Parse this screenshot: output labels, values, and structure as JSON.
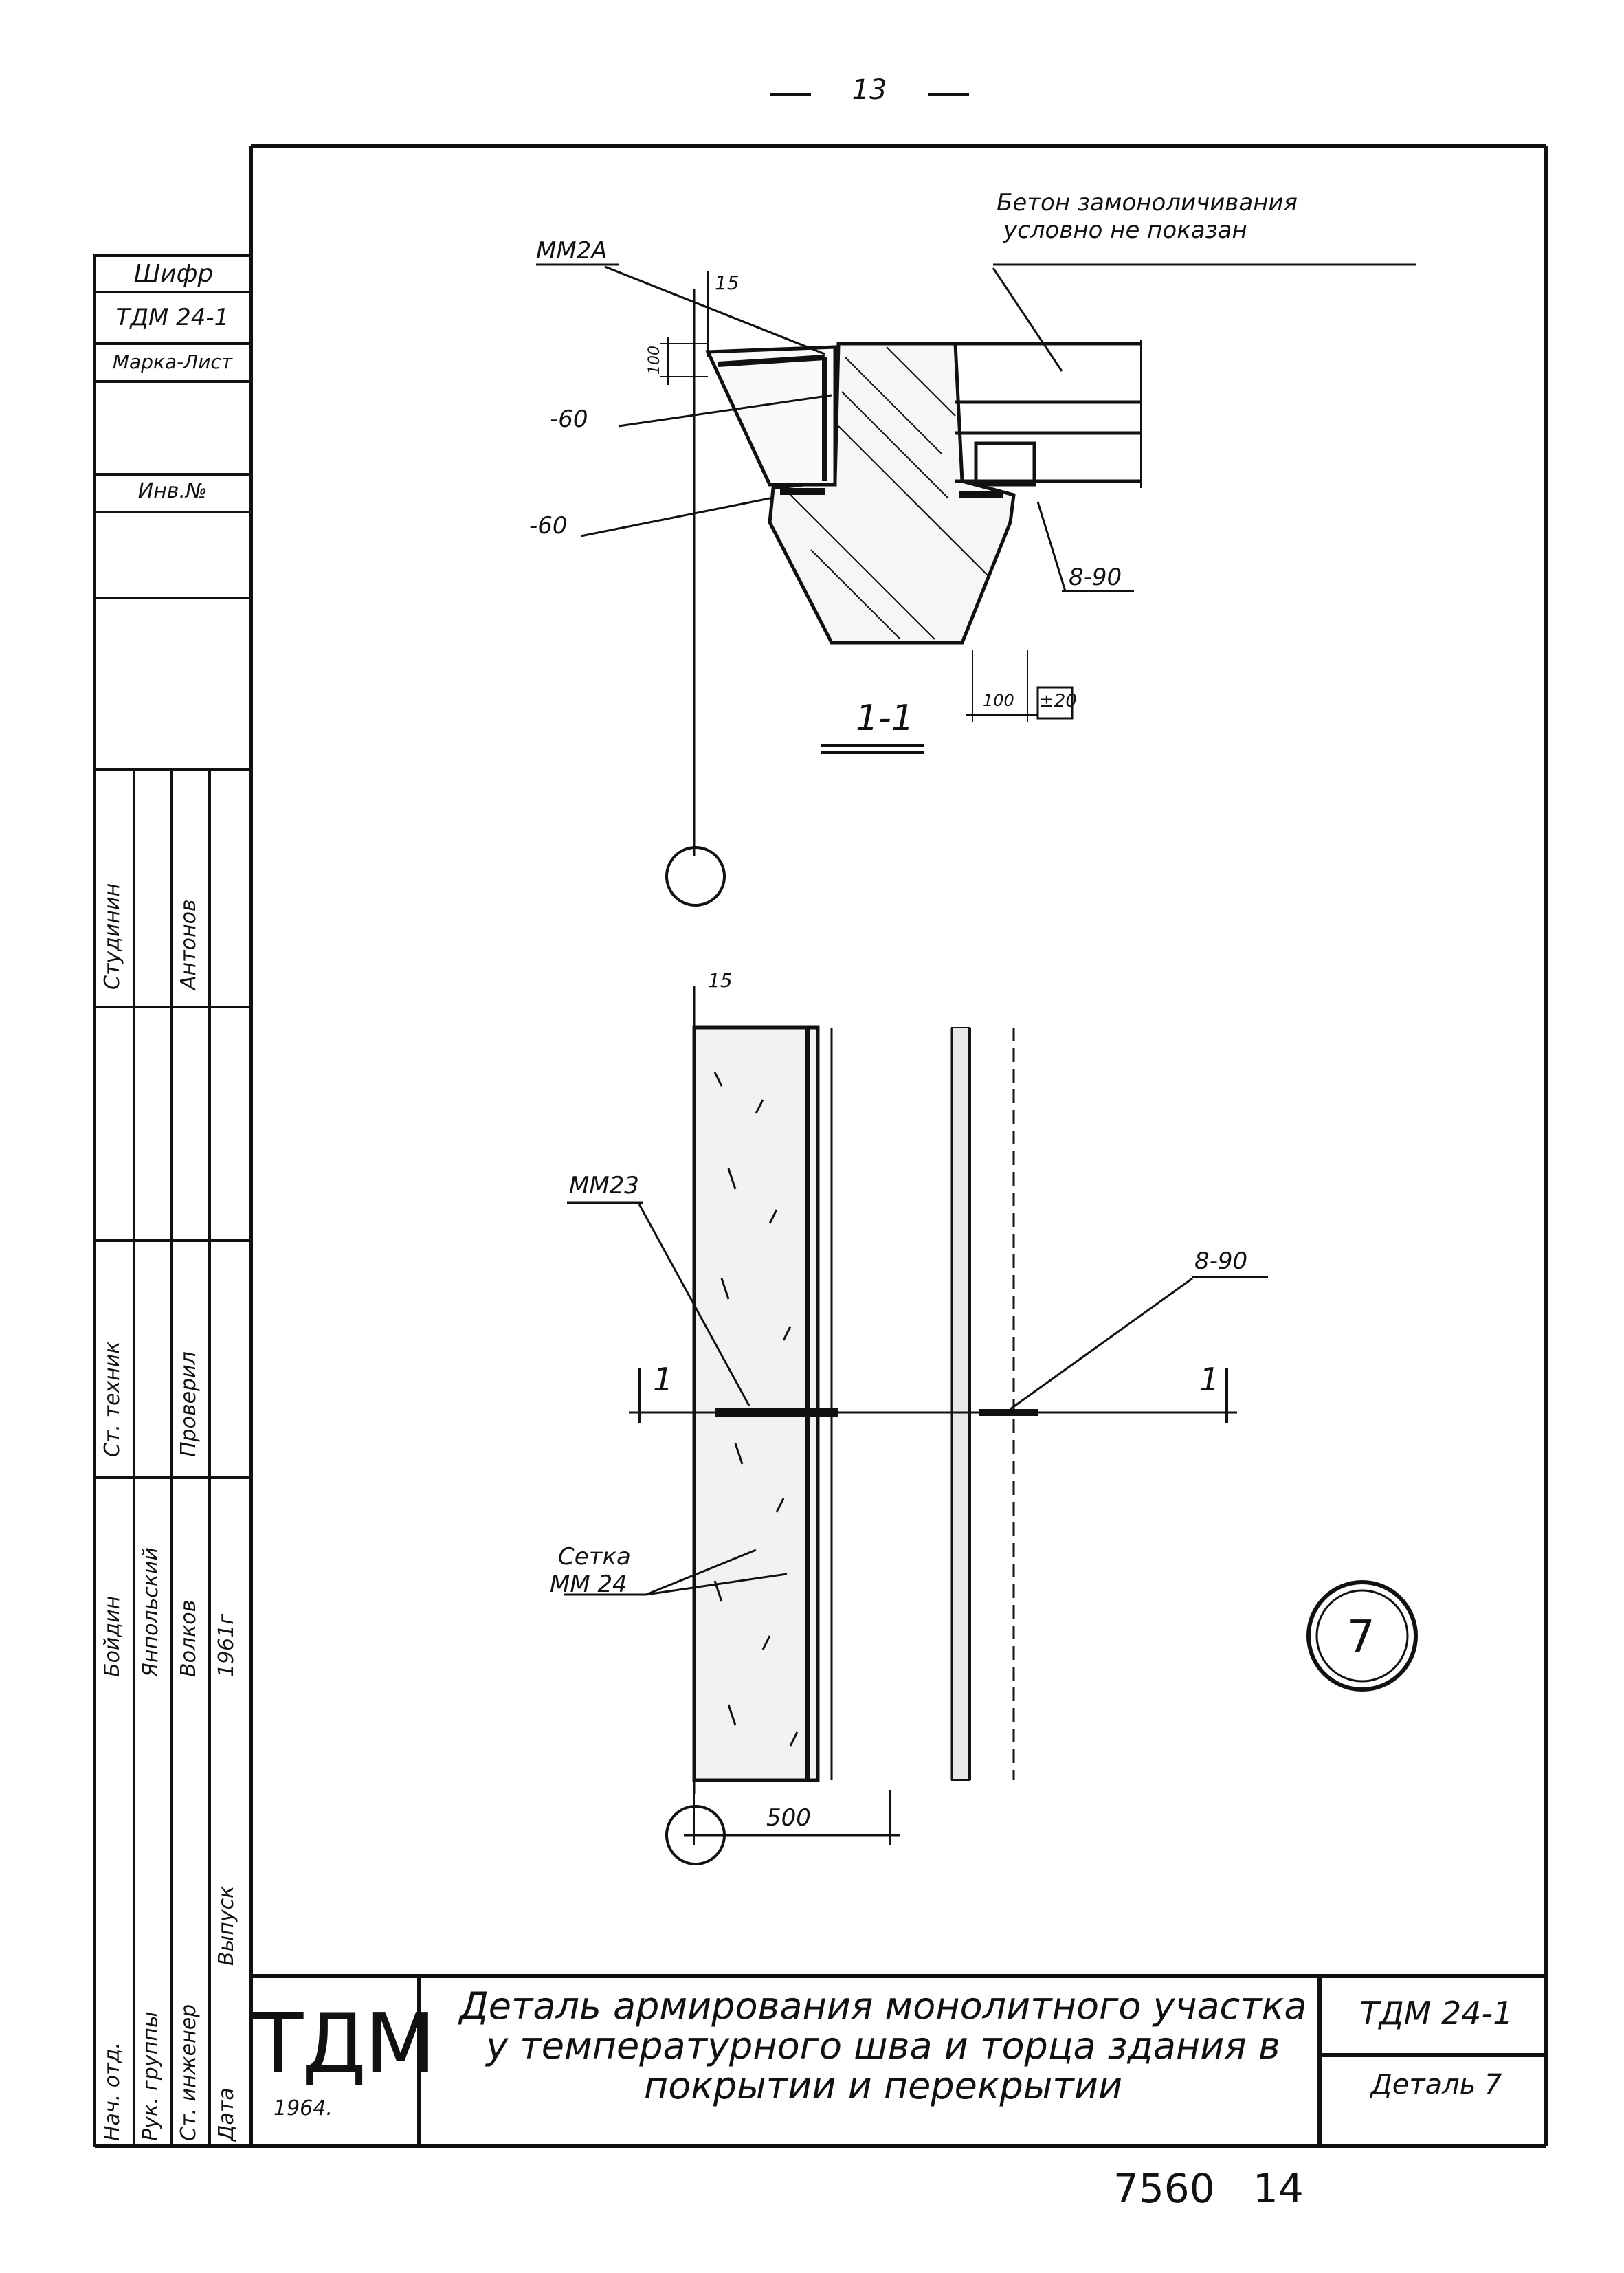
{
  "page_number": "13",
  "sidebar": {
    "cipher_label": "Шифр",
    "cipher_value": "ТДМ 24-1",
    "mark_sheet": "Марка-Лист",
    "inv_no": "Инв.№",
    "roles": [
      "Нач. отд.",
      "Рук. группы",
      "Ст. инженер",
      "Дата"
    ],
    "names": [
      "Бойдин",
      "Янпольский",
      "Волков",
      "1961г"
    ],
    "roles2": [
      "Ст. техник",
      "Проверил"
    ],
    "names2": [
      "Студинин",
      "Антонов"
    ],
    "extra": "Выпуск"
  },
  "drawing": {
    "note_concrete": [
      "Бетон замоноличивания",
      "условно не показан"
    ],
    "mesh_top": "ММ2А",
    "dim_15_top": "15",
    "dim_100": "100",
    "weld_1": "-60",
    "weld_2": "-60",
    "rebar_top": "8-90",
    "section_label": "1-1",
    "dim_100_bottom": "100",
    "tolerance": "±20",
    "dim_15_bottom": "15",
    "mesh_plan": "ММ23",
    "rebar_plan": "8-90",
    "cut_mark_left": "1",
    "cut_mark_right": "1",
    "grid_label": [
      "Сетка",
      "ММ 24"
    ],
    "dim_500": "500",
    "detail_number": "7"
  },
  "title_block": {
    "logo": "ТДМ",
    "year": "1964.",
    "title_lines": [
      "Деталь армирования монолитного участка",
      "у температурного шва и торца здания в",
      "покрытии и перекрытии"
    ],
    "code": "ТДМ 24-1",
    "sheet": "Деталь 7"
  },
  "stamp": "7560   14"
}
